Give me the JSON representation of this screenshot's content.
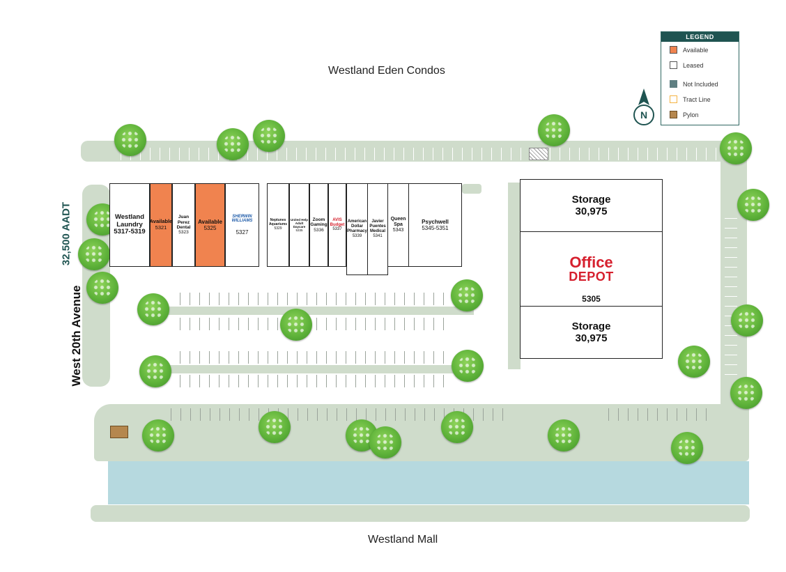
{
  "title_top": "Westland Eden Condos",
  "title_bottom": "Westland Mall",
  "road_name": "West 20th Avenue",
  "traffic": "32,500 AADT",
  "compass_letter": "N",
  "legend": {
    "title": "LEGEND",
    "items": [
      {
        "label": "Available",
        "color": "#f0834f"
      },
      {
        "label": "Leased",
        "color": "#ffffff"
      },
      {
        "label": "Not Included",
        "color": "#5f7f82"
      },
      {
        "label": "Tract Line",
        "color": "#f5b342"
      },
      {
        "label": "Pylon",
        "color": "#b5874e"
      }
    ]
  },
  "units_left": [
    {
      "name": "Westland Laundry",
      "num": "5317-5319",
      "status": "leased"
    },
    {
      "name": "Available",
      "num": "5321",
      "status": "available"
    },
    {
      "name": "Juan Perez Dental",
      "num": "5323",
      "status": "leased"
    },
    {
      "name": "Available",
      "num": "5325",
      "status": "available"
    },
    {
      "name": "SHERWIN WILLIAMS",
      "num": "5327",
      "status": "leased"
    }
  ],
  "units_mid": [
    {
      "name": "Neptunes Aquariums",
      "num": "5329"
    },
    {
      "name": "United Help Adult Daycare",
      "num": "5335"
    },
    {
      "name": "Zoom Gaming",
      "num": "5336"
    },
    {
      "name": "AVIS Budget",
      "num": "5337"
    },
    {
      "name": "American Dollar Pharmacy",
      "num": "5339"
    },
    {
      "name": "Javier Puentes Medical",
      "num": "5341"
    },
    {
      "name": "Queen Spa",
      "num": "5343"
    },
    {
      "name": "Psychwell",
      "num": "5345-5351"
    }
  ],
  "anchor": {
    "storage_top_label": "Storage",
    "storage_top_size": "30,975",
    "office_line1": "Office",
    "office_line2": "DEPOT",
    "office_num": "5305",
    "storage_bottom_label": "Storage",
    "storage_bottom_size": "30,975"
  }
}
